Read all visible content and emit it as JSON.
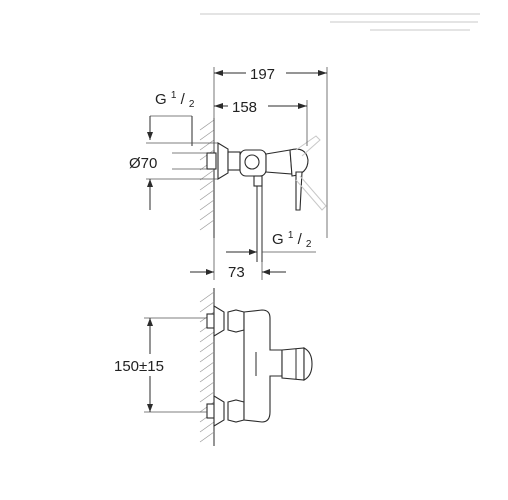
{
  "dimensions": {
    "overall_length": "197",
    "handle_offset": "158",
    "thread_top": {
      "letter": "G",
      "num": "1",
      "den": "2"
    },
    "flange_diameter": "Ø70",
    "thread_bottom": {
      "letter": "G",
      "num": "1",
      "den": "2"
    },
    "outlet_offset": "73",
    "center_distance": "150±15"
  },
  "colors": {
    "line": "#2b2b2b",
    "hatch": "#9a9a9a",
    "background": "#ffffff"
  }
}
